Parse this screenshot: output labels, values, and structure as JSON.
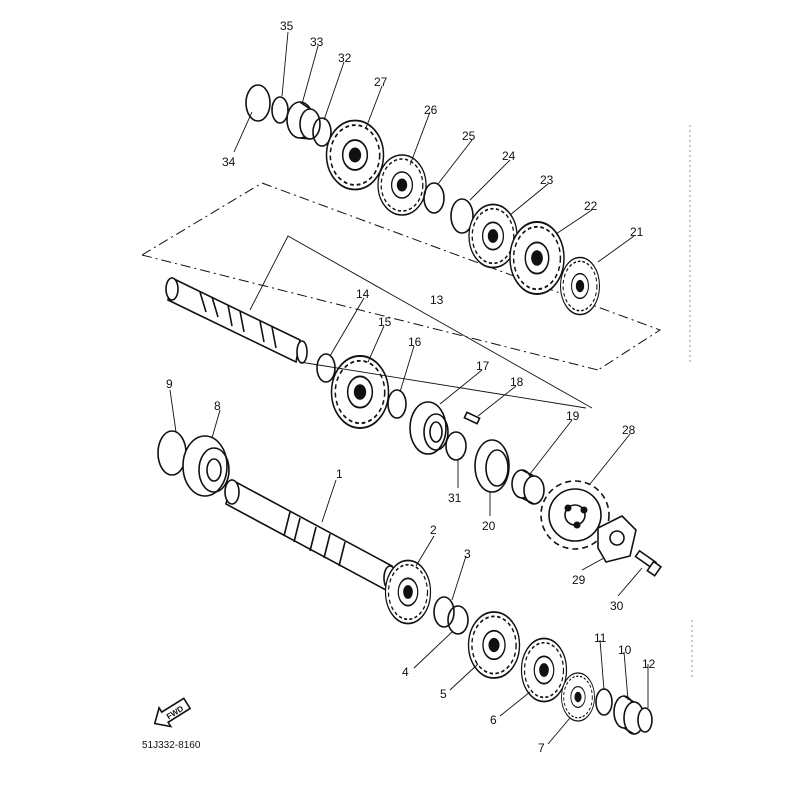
{
  "diagram": {
    "part_code": "51J332-8160",
    "front_arrow_text": "FWD",
    "callouts": [
      {
        "id": "c1",
        "text": "1"
      },
      {
        "id": "c2",
        "text": "2"
      },
      {
        "id": "c3",
        "text": "3"
      },
      {
        "id": "c4",
        "text": "4"
      },
      {
        "id": "c5",
        "text": "5"
      },
      {
        "id": "c6",
        "text": "6"
      },
      {
        "id": "c7",
        "text": "7"
      },
      {
        "id": "c8",
        "text": "8"
      },
      {
        "id": "c9",
        "text": "9"
      },
      {
        "id": "c10",
        "text": "10"
      },
      {
        "id": "c11",
        "text": "11"
      },
      {
        "id": "c12",
        "text": "12"
      },
      {
        "id": "c13",
        "text": "13"
      },
      {
        "id": "c14",
        "text": "14"
      },
      {
        "id": "c15",
        "text": "15"
      },
      {
        "id": "c16",
        "text": "16"
      },
      {
        "id": "c17",
        "text": "17"
      },
      {
        "id": "c18",
        "text": "18"
      },
      {
        "id": "c19",
        "text": "19"
      },
      {
        "id": "c20",
        "text": "20"
      },
      {
        "id": "c21",
        "text": "21"
      },
      {
        "id": "c22",
        "text": "22"
      },
      {
        "id": "c23",
        "text": "23"
      },
      {
        "id": "c24",
        "text": "24"
      },
      {
        "id": "c25",
        "text": "25"
      },
      {
        "id": "c26",
        "text": "26"
      },
      {
        "id": "c27",
        "text": "27"
      },
      {
        "id": "c28",
        "text": "28"
      },
      {
        "id": "c29",
        "text": "29"
      },
      {
        "id": "c30",
        "text": "30"
      },
      {
        "id": "c31",
        "text": "31"
      },
      {
        "id": "c32",
        "text": "32"
      },
      {
        "id": "c33",
        "text": "33"
      },
      {
        "id": "c34",
        "text": "34"
      },
      {
        "id": "c35",
        "text": "35"
      }
    ]
  }
}
